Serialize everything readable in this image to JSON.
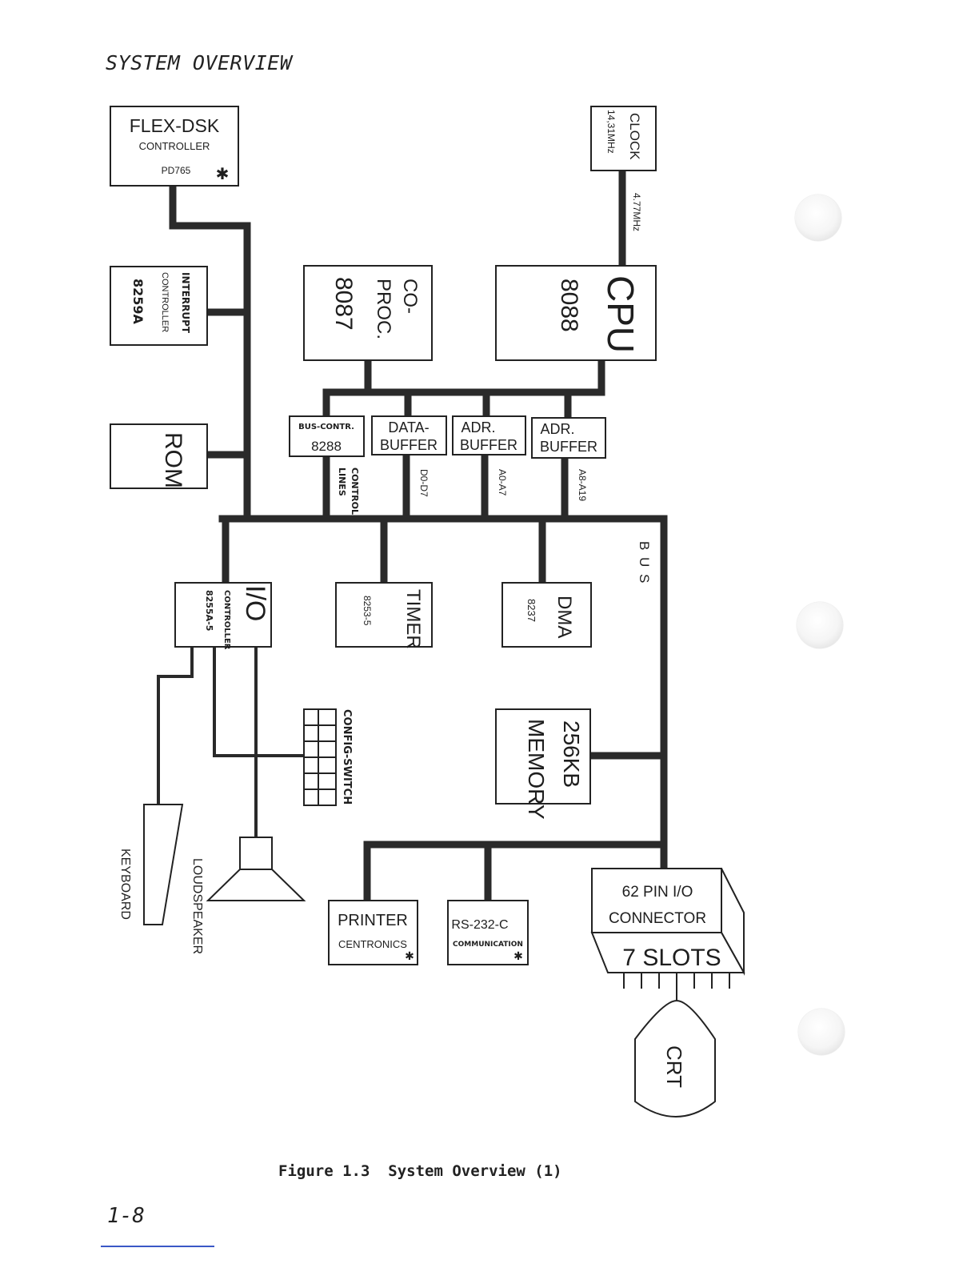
{
  "header": {
    "title": "SYSTEM OVERVIEW"
  },
  "footer": {
    "caption": "Figure 1.3  System Overview (1)",
    "page_number": "1-8"
  },
  "diagram": {
    "flex_dsk": {
      "title": "FLEX-DSK",
      "sub": "CONTROLLER",
      "chip": "PD765"
    },
    "clock": {
      "title": "CLOCK",
      "freq": "14,31MHz",
      "out_freq": "4.77MHz"
    },
    "interrupt": {
      "line1": "INTERRUPT",
      "line2": "CONTROLLER",
      "chip": "8259A"
    },
    "coproc": {
      "line1": "CO-",
      "line2": "PROC.",
      "chip": "8087"
    },
    "cpu": {
      "title": "CPU",
      "chip": "8088"
    },
    "rom": {
      "title": "ROM"
    },
    "bus_contr": {
      "title": "BUS-CONTR.",
      "chip": "8288",
      "signal": "CONTROL",
      "signal2": "LINES"
    },
    "data_buffer": {
      "line1": "DATA-",
      "line2": "BUFFER",
      "signal": "D0-D7"
    },
    "adr_buffer_1": {
      "line1": "ADR.",
      "line2": "BUFFER",
      "signal": "A0-A7"
    },
    "adr_buffer_2": {
      "line1": "ADR.",
      "line2": "BUFFER",
      "signal": "A8-A19"
    },
    "bus": {
      "label": "B U S"
    },
    "io": {
      "title": "I/O",
      "sub": "CONTROLLER",
      "chip": "8255A-5"
    },
    "timer": {
      "title": "TIMER",
      "chip": "8253-5"
    },
    "dma": {
      "title": "DMA",
      "chip": "8237"
    },
    "memory": {
      "line1": "256KB",
      "line2": "MEMORY"
    },
    "config": {
      "title": "CONFIG-SWITCH"
    },
    "keyboard": {
      "title": "KEYBOARD"
    },
    "loudspeaker": {
      "title": "LOUDSPEAKER"
    },
    "printer": {
      "title": "PRINTER",
      "sub": "CENTRONICS"
    },
    "rs232": {
      "title": "RS-232-C",
      "sub": "COMMUNICATION"
    },
    "connector": {
      "line1": "62 PIN I/O",
      "line2": "CONNECTOR",
      "slots": "7 SLOTS"
    },
    "crt": {
      "title": "CRT"
    }
  }
}
